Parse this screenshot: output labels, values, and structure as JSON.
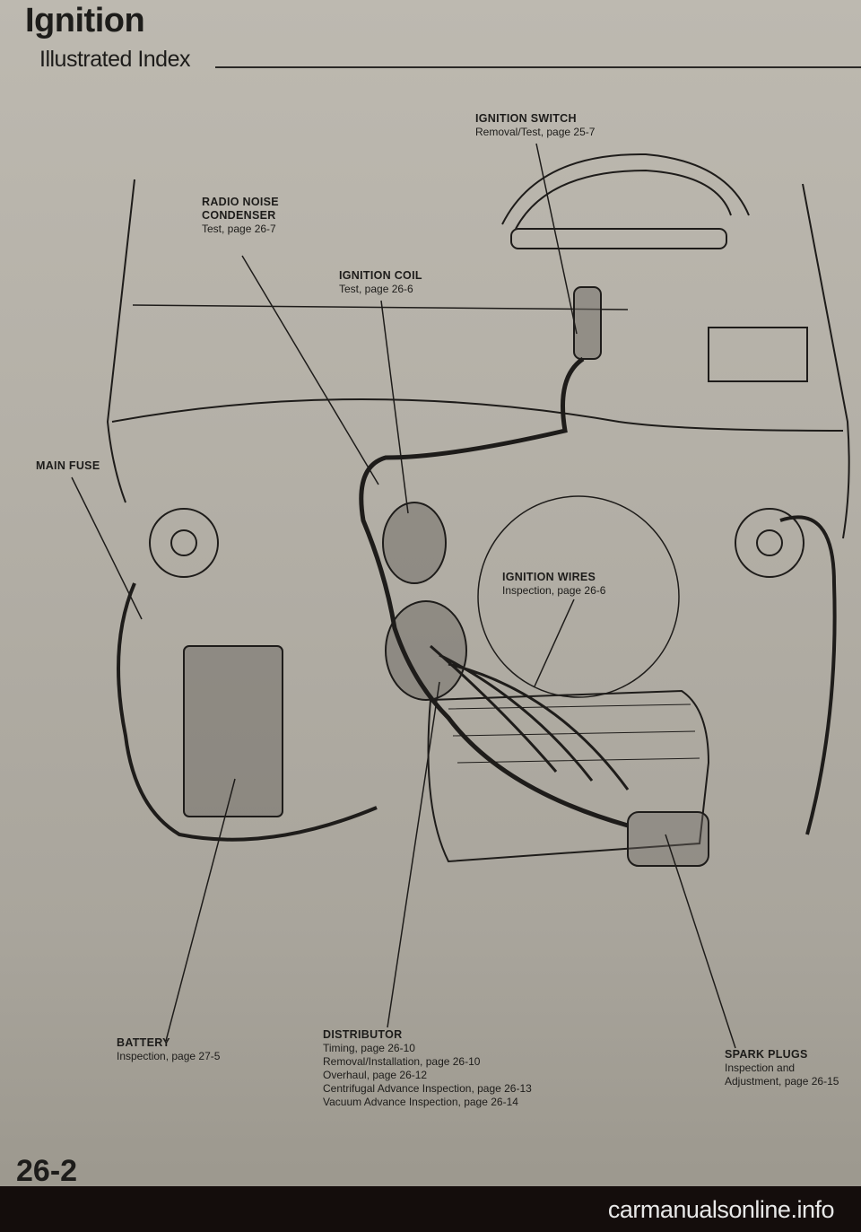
{
  "header": {
    "title": "Ignition",
    "subtitle": "Illustrated Index"
  },
  "labels": {
    "ignition_switch": {
      "name": "IGNITION SWITCH",
      "lines": [
        "Removal/Test, page 25-7"
      ]
    },
    "radio_noise_condenser": {
      "name1": "RADIO NOISE",
      "name2": "CONDENSER",
      "lines": [
        "Test, page 26-7"
      ]
    },
    "ignition_coil": {
      "name": "IGNITION COIL",
      "lines": [
        "Test, page 26-6"
      ]
    },
    "main_fuse": {
      "name": "MAIN FUSE"
    },
    "ignition_wires": {
      "name": "IGNITION WIRES",
      "lines": [
        "Inspection, page 26-6"
      ]
    },
    "battery": {
      "name": "BATTERY",
      "lines": [
        "Inspection, page 27-5"
      ]
    },
    "distributor": {
      "name": "DISTRIBUTOR",
      "lines": [
        "Timing, page 26-10",
        "Removal/Installation, page 26-10",
        "Overhaul, page 26-12",
        "Centrifugal Advance Inspection, page 26-13",
        "Vacuum Advance Inspection, page 26-14"
      ]
    },
    "spark_plugs": {
      "name": "SPARK PLUGS",
      "lines": [
        "Inspection and",
        "Adjustment, page 26-15"
      ]
    }
  },
  "footer": {
    "page_number": "26-2",
    "watermark": "carmanualsonline.info"
  }
}
